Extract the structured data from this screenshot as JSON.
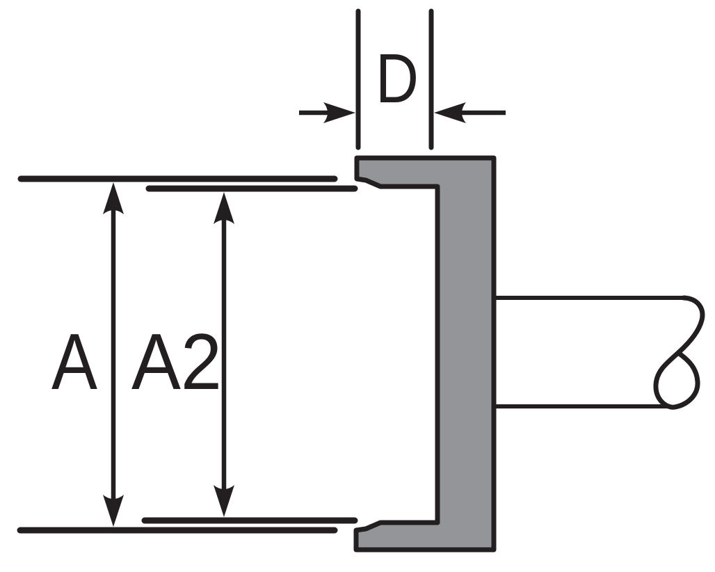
{
  "dimensions": {
    "d": {
      "label": "D"
    },
    "a": {
      "label": "A"
    },
    "a2": {
      "label": "A2"
    }
  },
  "colors": {
    "line": "#231F20",
    "part_fill": "#939598",
    "background": "#FFFFFF"
  }
}
